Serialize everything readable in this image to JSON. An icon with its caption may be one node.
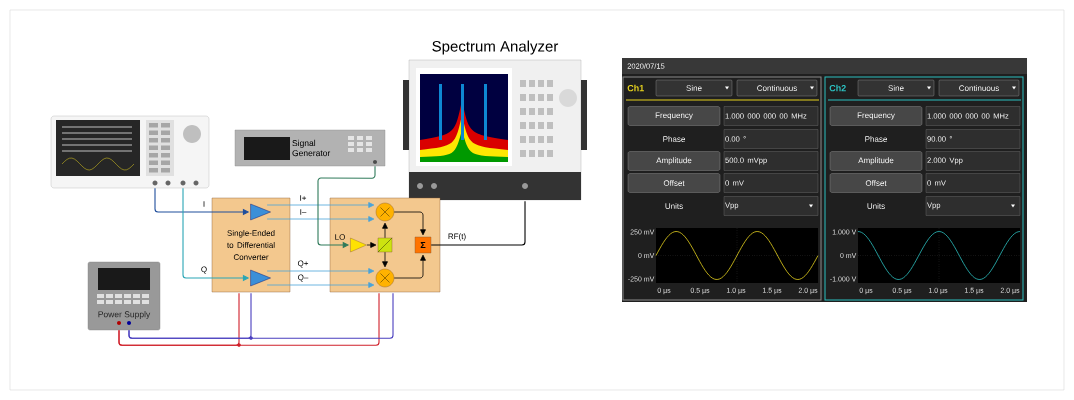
{
  "diagram": {
    "nodes": [
      {
        "text": [],
        "shape": "picture"
      },
      {
        "text": [
          "Signal Generator"
        ]
      },
      {
        "text": [
          "Spectrum Analyzer"
        ]
      },
      {
        "text": [
          "Power Supply"
        ]
      },
      {
        "text": [
          "Single-Ended to Differential Converter"
        ]
      },
      {
        "text": [],
        "shape": "triangle",
        "in": 4
      },
      {
        "text": [],
        "shape": "triangle",
        "in": 4
      },
      {
        "text": [],
        "shape": "box"
      },
      {
        "text": [],
        "shape": "circle",
        "in": 7
      },
      {
        "text": [],
        "shape": "circle",
        "in": 7
      },
      {
        "text": [],
        "shape": "triangle",
        "in": 7
      },
      {
        "text": [],
        "shape": "box",
        "in": 7
      },
      {
        "text": [
          "Σ"
        ],
        "in": 7
      }
    ],
    "edges": [
      {
        "from": 0,
        "to": 5,
        "arrow": "to",
        "label": "I",
        "color": "#1f4e9c"
      },
      {
        "from": 0,
        "to": 6,
        "arrow": "to",
        "label": "Q",
        "color": "#2aa6b5"
      },
      {
        "from": 5,
        "to": 8,
        "arrow": "to",
        "label": "I+",
        "color": "#4aa3d9"
      },
      {
        "from": 5,
        "to": 8,
        "arrow": "to",
        "label": "I–",
        "color": "#4aa3d9"
      },
      {
        "from": 6,
        "to": 9,
        "arrow": "to",
        "label": "Q+",
        "color": "#4aa3d9"
      },
      {
        "from": 6,
        "to": 9,
        "arrow": "to",
        "label": "Q–",
        "color": "#4aa3d9"
      },
      {
        "from": 1,
        "to": 10,
        "arrow": "to",
        "label": "LO",
        "color": "#2f7a5a"
      },
      {
        "from": 10,
        "to": 11,
        "arrow": "to"
      },
      {
        "from": 11,
        "to": 8,
        "arrow": "to"
      },
      {
        "from": 11,
        "to": 9,
        "arrow": "to"
      },
      {
        "from": 8,
        "to": 12,
        "arrow": "to"
      },
      {
        "from": 9,
        "to": 12,
        "arrow": "to"
      },
      {
        "from": 12,
        "to": 2,
        "arrow": "none",
        "label": "RF(t)"
      },
      {
        "from": 3,
        "to": 4,
        "arrow": "none",
        "color": "#d0202a"
      },
      {
        "from": 3,
        "to": 7,
        "arrow": "none",
        "color": "#d0202a"
      },
      {
        "from": 3,
        "to": 4,
        "arrow": "none",
        "color": "#4a3fbf"
      },
      {
        "from": 3,
        "to": 7,
        "arrow": "none",
        "color": "#4a3fbf"
      }
    ],
    "labels": [
      "2020/07/15",
      "Ch1",
      "Sine",
      "Continuous",
      "Frequency",
      "1.000 000 000 00 MHz",
      "Phase",
      "0.00 °",
      "Amplitude",
      "500.0 mVpp",
      "Offset",
      "0 mV",
      "Units",
      "Vpp",
      "250 mV",
      "0 mV",
      "-250 mV",
      "0 µs",
      "0.5 µs",
      "1.0 µs",
      "1.5 µs",
      "2.0 µs",
      "Ch2",
      "Sine",
      "Continuous",
      "Frequency",
      "1.000 000 000 00 MHz",
      "Phase",
      "90.00 °",
      "Amplitude",
      "2.000 Vpp",
      "Offset",
      "0 mV",
      "Units",
      "Vpp",
      "1.000 V",
      "0 mV",
      "-1.000 V",
      "0 µs",
      "0.5 µs",
      "1.0 µs",
      "1.5 µs",
      "2.0 µs"
    ]
  }
}
